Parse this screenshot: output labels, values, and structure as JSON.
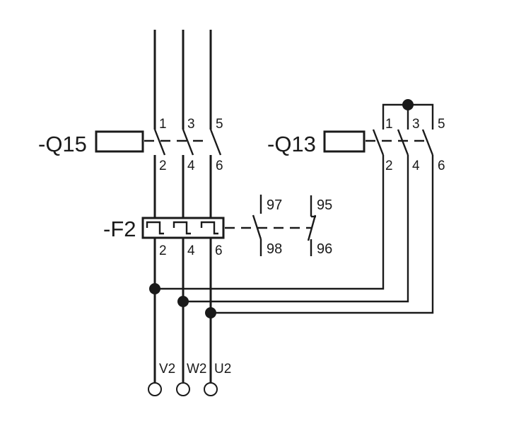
{
  "devices": {
    "q15": {
      "designation": "-Q15",
      "top_terminals": [
        "1",
        "3",
        "5"
      ],
      "bottom_terminals": [
        "2",
        "4",
        "6"
      ]
    },
    "q13": {
      "designation": "-Q13",
      "top_terminals": [
        "1",
        "3",
        "5"
      ],
      "bottom_terminals": [
        "2",
        "4",
        "6"
      ]
    },
    "f2": {
      "designation": "-F2",
      "bottom_terminals": [
        "2",
        "4",
        "6"
      ],
      "aux_no": {
        "top": "97",
        "bottom": "98"
      },
      "aux_nc": {
        "top": "95",
        "bottom": "96"
      }
    }
  },
  "outputs": [
    "V2",
    "W2",
    "U2"
  ]
}
